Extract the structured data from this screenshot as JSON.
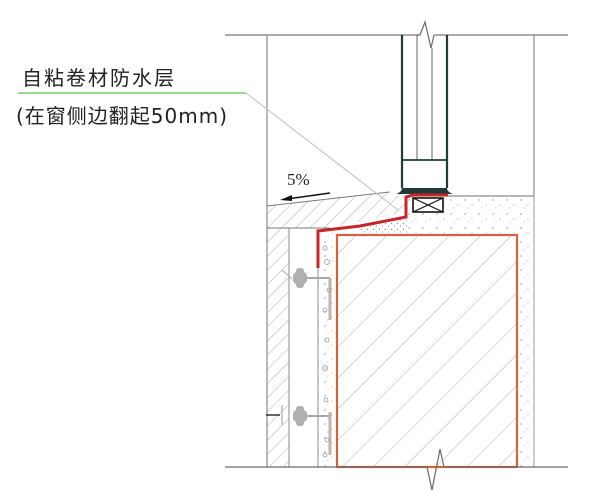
{
  "annotation": {
    "title": "自粘卷材防水层",
    "subtitle": "(在窗侧边翻起50mm)",
    "leader_color": "#7ccf6f"
  },
  "slope": {
    "label": "5%",
    "direction": "left"
  },
  "colors": {
    "waterproof_membrane": "#c4262b",
    "window_frame": "#1e3b35",
    "wall_outline": "#7a7a7a",
    "insulation_board_outline": "#d96a4a",
    "hatch": "#9a9a9a",
    "anchor": "#9e9e9e"
  },
  "components": [
    {
      "name": "window-frame",
      "label": ""
    },
    {
      "name": "self-adhesive-membrane",
      "label": "自粘卷材防水层"
    },
    {
      "name": "window-sill-slope",
      "label": "5%"
    },
    {
      "name": "insulation-board",
      "label": ""
    },
    {
      "name": "anchor-bolts",
      "label": ""
    },
    {
      "name": "break-line-top",
      "label": ""
    },
    {
      "name": "break-line-bottom",
      "label": ""
    }
  ]
}
